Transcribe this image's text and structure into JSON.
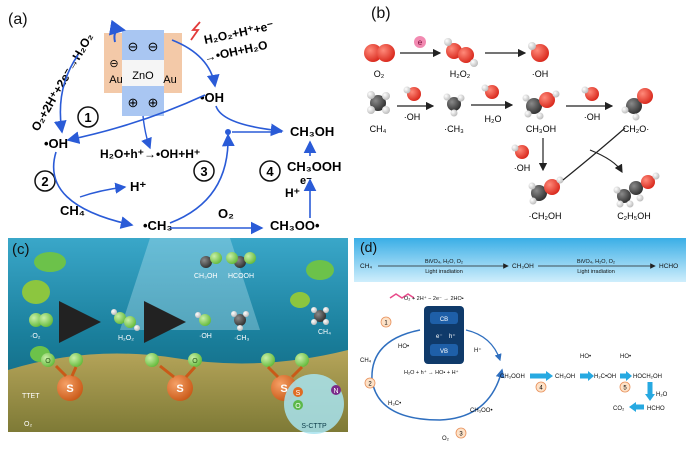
{
  "panel_a": {
    "label": "(a)",
    "reaction_top_left": "O₂+2H⁺+2e⁻→H₂O₂",
    "cb_minus_1": "⊖",
    "cb_minus_2": "⊖",
    "vb_plus_1": "⊕",
    "vb_plus_2": "⊕",
    "minus_left": "⊖",
    "zno": "ZnO",
    "au_left": "Au",
    "au_right": "Au",
    "reaction_top_right_1": "H₂O₂+H⁺+e⁻",
    "reaction_top_right_2": "→•OH+H₂O",
    "oh_right": "•OH",
    "oh_left": "•OH",
    "num_1": "1",
    "num_2": "2",
    "num_3": "3",
    "num_4": "4",
    "water_reaction": "H₂O+h⁺→•OH+H⁺",
    "ch3oh": "CH₃OH",
    "ch3ooh": "CH₃OOH",
    "hplus_right": "H⁺",
    "eminus": "e⁻",
    "hplus_left": "H⁺",
    "ch4": "CH₄",
    "ch3": "•CH₃",
    "o2": "O₂",
    "ch3oo": "CH₃OO•"
  },
  "panel_b": {
    "label": "(b)",
    "o2": "O₂",
    "e_badge": "e",
    "h2o2": "H₂O₂",
    "oh_top": "·OH",
    "ch4": "CH₄",
    "oh_arrow1": "·OH",
    "ch3": "·CH₃",
    "h2o": "H₂O",
    "ch3oh": "CH₃OH",
    "oh_arrow2": "·OH",
    "ch2o": "CH₂O·",
    "oh_down": "·OH",
    "ch2oh": "·CH₂OH",
    "c2h5oh": "C₂H₅OH"
  },
  "panel_c": {
    "label": "(c)",
    "ch3oh": "CH₃OH",
    "hcooh": "HCOOH",
    "o2_left": "·O₂",
    "h2o2": "H₂O₂",
    "oh": "·OH",
    "ch3": "·CH₃",
    "ch4": "CH₄",
    "o2_small": "O₂",
    "ttet": "TTET",
    "o_small": "O₂",
    "s": "S",
    "o": "O",
    "n": "N",
    "legend_s": "S",
    "legend_o": "O",
    "legend_n": "N",
    "scttp": "S-CTTP"
  },
  "panel_d": {
    "label": "(d)",
    "ch4": "CH₄",
    "cond1_top": "BiVO₄, H₂O, O₂",
    "cond1_bottom": "Light irradiation",
    "ch3oh": "CH₃OH",
    "cond2_top": "BiVO₄, H₂O, O₂",
    "cond2_bottom": "Light irradiation",
    "hcho": "HCHO",
    "reaction_top": "O₂ + 2H⁺ − 2e⁻ → 2HO•",
    "cb": "CB",
    "vb": "VB",
    "e_minus": "e⁻",
    "h_plus_cb": "h⁺",
    "ho_left": "HO•",
    "h_right": "H⁺",
    "water_reaction": "H₂O + h⁺ → HO• + H⁺",
    "num_1": "1",
    "num_2": "2",
    "num_3": "3",
    "num_4": "4",
    "num_5": "5",
    "ch4_side": "CH₄",
    "h3c": "H₃C•",
    "ch3ooh": "CH₃OOH",
    "ch3oh_mid": "CH₃OH",
    "h2coh": "H₂C•OH",
    "ho_1": "HO•",
    "ho_2": "HO•",
    "hoch2oh": "HOCH₂OH",
    "h2o": "H₂O",
    "co2": "CO₂",
    "hcho_end": "HCHO",
    "ch3oo": "CH₃OO•",
    "o2": "O₂"
  }
}
